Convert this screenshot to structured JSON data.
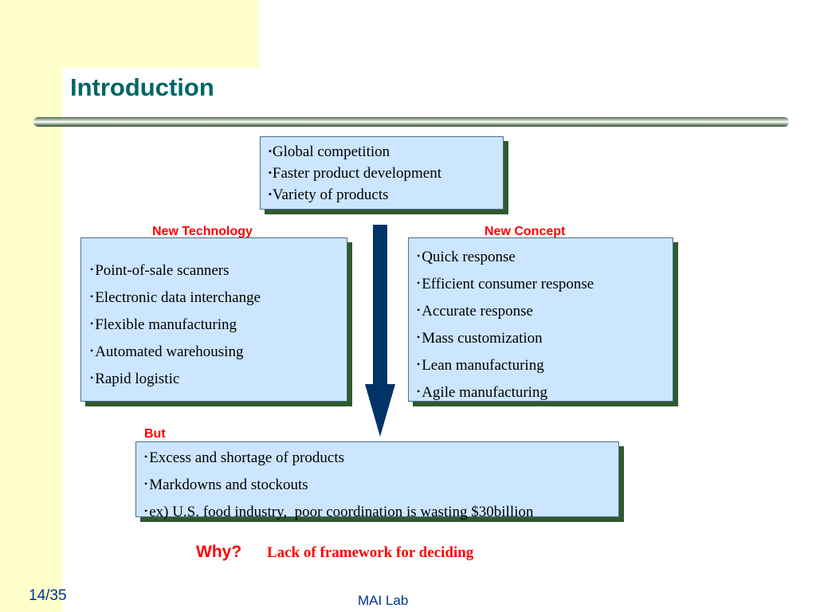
{
  "slide": {
    "title": "Introduction",
    "top_box": {
      "bullet": "▪",
      "items": [
        "Global competition",
        "Faster product development",
        "Variety of products"
      ]
    },
    "new_technology": {
      "label": "New Technology",
      "bullet": "•",
      "items": [
        "Point-of-sale scanners",
        "Electronic data interchange",
        "Flexible manufacturing",
        "Automated warehousing",
        "Rapid logistic"
      ]
    },
    "new_concept": {
      "label": "New Concept",
      "bullet": "•",
      "items": [
        "Quick response",
        "Efficient consumer response",
        "Accurate response",
        "Mass customization",
        "Lean manufacturing",
        "Agile manufacturing"
      ]
    },
    "but": {
      "label": "But",
      "bullet": "•",
      "items": [
        "Excess and shortage of products",
        "Markdowns and stockouts",
        "ex) U.S. food industry,  poor coordination is wasting $30billion"
      ]
    },
    "why_label": "Why?",
    "why_text": "Lack of framework for deciding",
    "page_number": "14/35",
    "footer": "MAI Lab"
  },
  "colors": {
    "title": "#006666",
    "accent_red": "#ff0000",
    "box_fill": "#cce6ff",
    "box_shadow": "#2f5a2f",
    "arrow": "#003366",
    "footer": "#003399",
    "sidebar": "#ffffcc"
  }
}
